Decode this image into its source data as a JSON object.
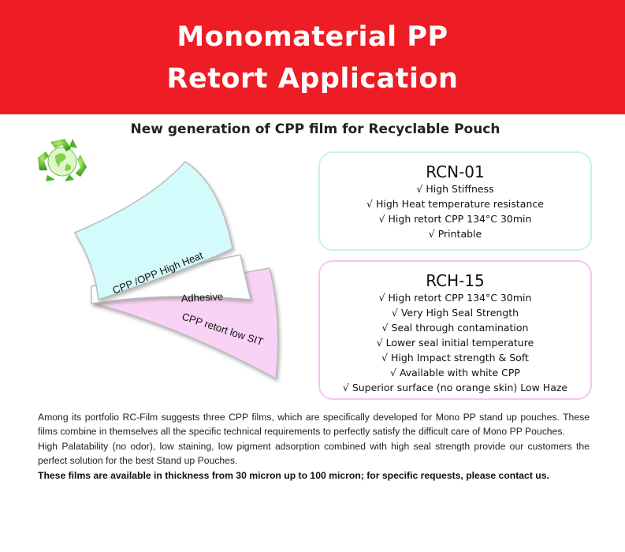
{
  "banner": {
    "title_line1": "Monomaterial PP",
    "title_line2": "Retort Application",
    "background": "#ee1c25"
  },
  "subtitle": "New generation of CPP film for Recyclable Pouch",
  "icons": {
    "recycle": "recycle-globe-icon"
  },
  "layers": {
    "top": "CPP /OPP High Heat",
    "middle": "Adhesive",
    "bottom": "CPP retort low SIT",
    "colors": {
      "top": "#d4fbfc",
      "middle": "#ffffff",
      "bottom": "#f9d3f5"
    }
  },
  "products": [
    {
      "name": "RCN-01",
      "border_color": "#c9f0f4",
      "features": [
        "√ High Stiffness",
        "√ High Heat temperature resistance",
        "√ High retort CPP 134°C  30min",
        "√ Printable"
      ]
    },
    {
      "name": "RCH-15",
      "border_color": "#f3c7ee",
      "features": [
        "√ High retort CPP 134°C  30min",
        "√ Very High Seal Strength",
        "√ Seal through contamination",
        "√ Lower seal initial temperature",
        "√ High Impact strength & Soft",
        "√ Available with white CPP",
        "√ Superior surface (no orange skin) Low Haze"
      ]
    }
  ],
  "description": {
    "p1": "Among its portfolio RC-Film suggests three CPP films, which are specifically developed for Mono PP stand up pouches. These films combine in themselves all the specific technical requirements to perfectly satisfy the difficult care of Mono PP Pouches.",
    "p2": "High Palatability (no odor), low staining, low pigment adsorption combined with high seal strength provide our customers the perfect solution for the best Stand up Pouches.",
    "p3": "These films are available in thickness from 30 micron up to 100 micron; for specific requests,  please contact us."
  }
}
